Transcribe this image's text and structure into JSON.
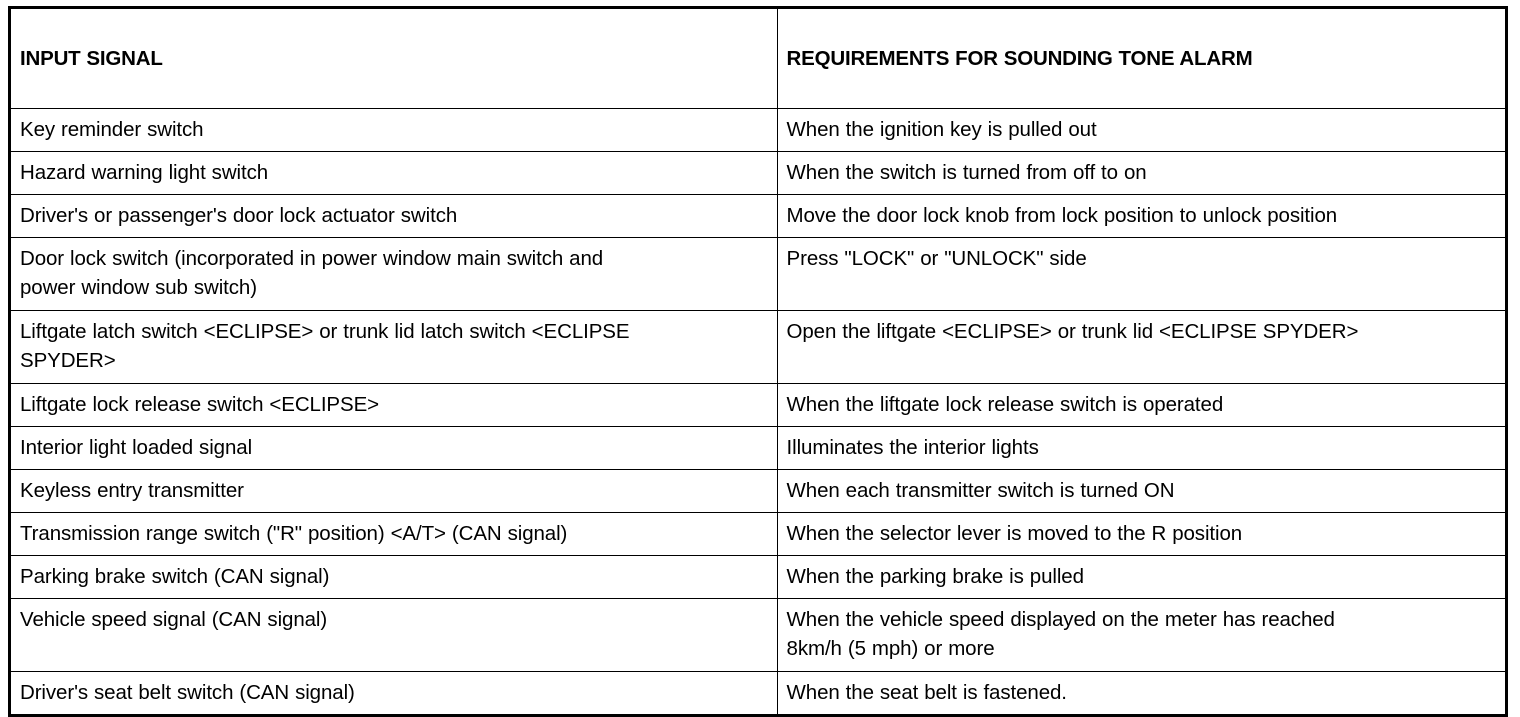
{
  "table": {
    "name": "tone-alarm-input-signal-requirements-table",
    "columns": [
      "INPUT SIGNAL",
      "REQUIREMENTS FOR SOUNDING TONE ALARM"
    ],
    "header": {
      "input_signal": "INPUT SIGNAL",
      "requirements": "REQUIREMENTS FOR SOUNDING TONE ALARM"
    },
    "rows": [
      {
        "input_signal": "Key reminder switch",
        "requirement": "When the ignition key is pulled out",
        "lines": 1
      },
      {
        "input_signal": "Hazard warning light switch",
        "requirement": "When the switch is turned from off to on",
        "lines": 1
      },
      {
        "input_signal": "Driver's or passenger's door lock actuator switch",
        "requirement": "Move the door lock knob from lock position to unlock position",
        "lines": 1
      },
      {
        "input_signal": "Door lock switch (incorporated in power window main switch and\npower window sub switch)",
        "requirement": "Press \"LOCK\" or \"UNLOCK\" side",
        "lines": 2
      },
      {
        "input_signal": "Liftgate latch switch <ECLIPSE> or trunk lid latch switch <ECLIPSE\nSPYDER>",
        "requirement": "Open the liftgate <ECLIPSE> or trunk lid <ECLIPSE SPYDER>",
        "lines": 2
      },
      {
        "input_signal": "Liftgate lock release switch <ECLIPSE>",
        "requirement": "When the liftgate lock release switch is operated",
        "lines": 1
      },
      {
        "input_signal": "Interior light loaded signal",
        "requirement": "Illuminates the interior lights",
        "lines": 1
      },
      {
        "input_signal": "Keyless entry transmitter",
        "requirement": "When each transmitter switch is turned ON",
        "lines": 1
      },
      {
        "input_signal": "Transmission range switch (\"R\" position) <A/T> (CAN signal)",
        "requirement": "When the selector lever is moved to the R position",
        "lines": 1
      },
      {
        "input_signal": "Parking brake switch (CAN signal)",
        "requirement": "When the parking brake is pulled",
        "lines": 1
      },
      {
        "input_signal": "Vehicle speed signal (CAN signal)",
        "requirement": "When the vehicle speed displayed on the meter has reached\n8km/h (5 mph) or more",
        "lines": 2
      },
      {
        "input_signal": "Driver's seat belt switch (CAN signal)",
        "requirement": "When the seat belt is fastened.",
        "lines": 1
      }
    ]
  }
}
